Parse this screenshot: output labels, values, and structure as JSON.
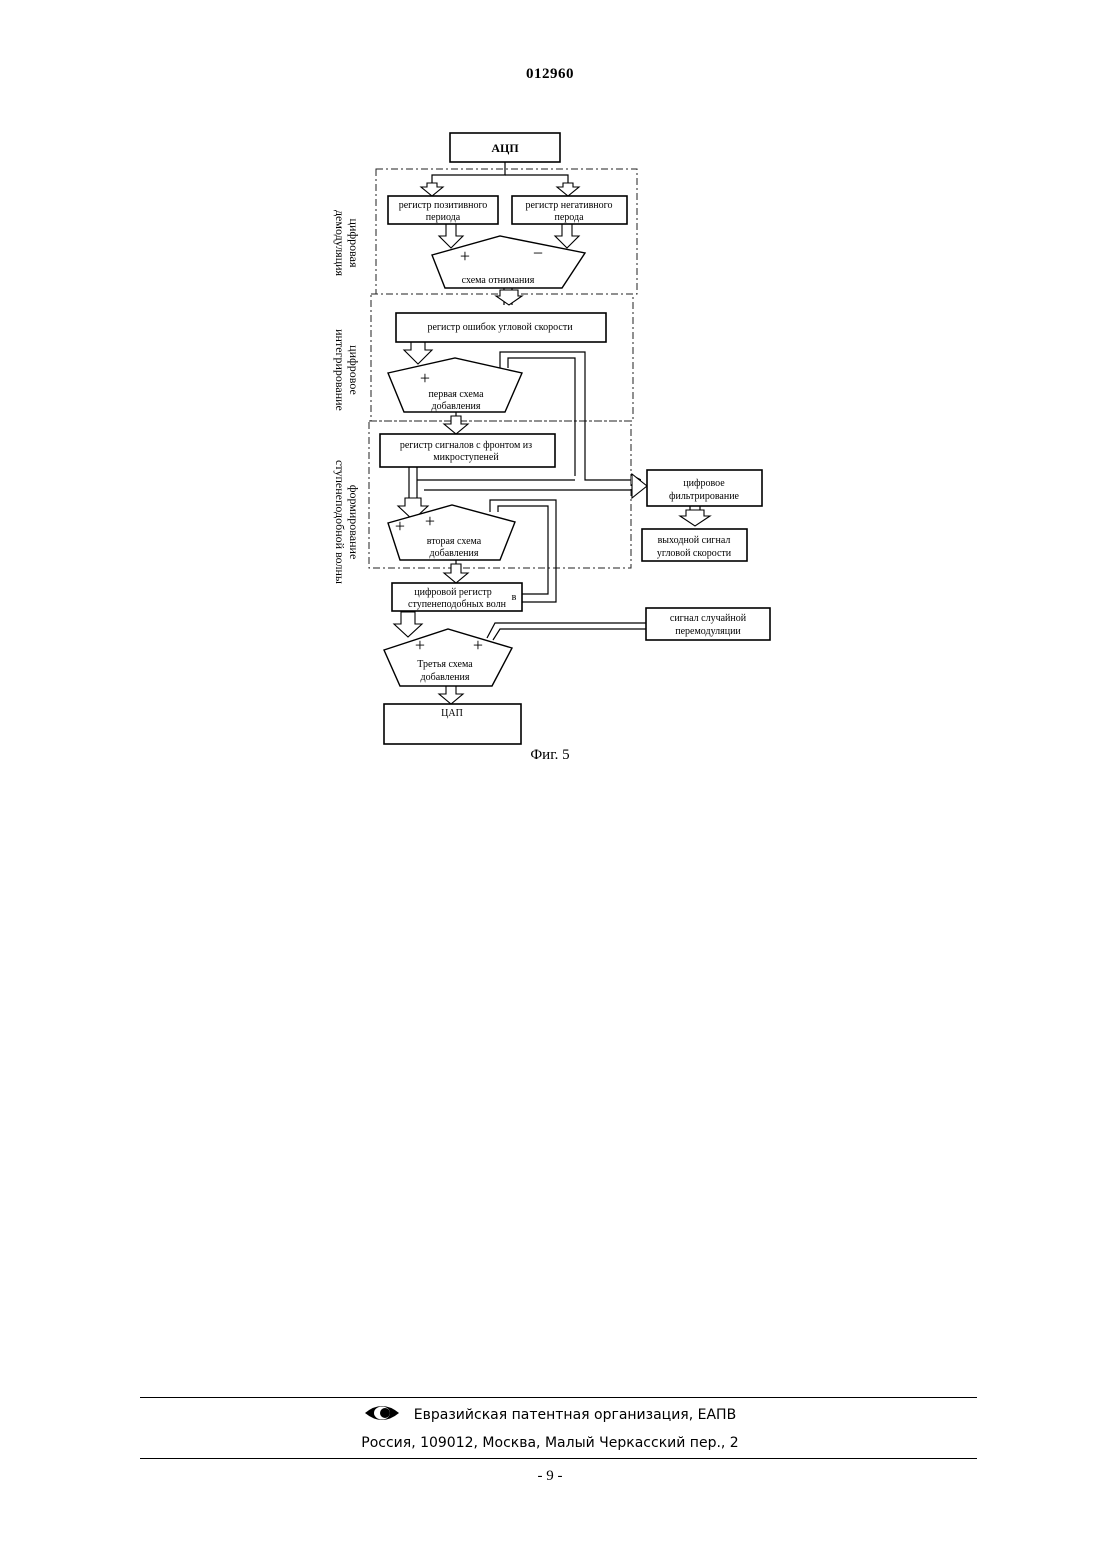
{
  "header": {
    "doc_number": "012960"
  },
  "figure": {
    "caption": "Фиг. 5",
    "blocks": {
      "adc": "АЦП",
      "pos_reg": [
        "регистр позитивного",
        "периода"
      ],
      "neg_reg": [
        "регистр негативного",
        "перода"
      ],
      "subtract": "схема отнимания",
      "err_reg": "регистр ошибок угловой скорости",
      "add1": [
        "первая схема",
        "добавления"
      ],
      "front_reg": [
        "регистр сигналов с фронтом из",
        "микроступеней"
      ],
      "add2": [
        "вторая схема",
        "добавления"
      ],
      "step_reg": [
        "цифровой регистр",
        "ступенеподобных волн"
      ],
      "step_reg_mark": "в",
      "add3": [
        "Третья схема",
        "добавления"
      ],
      "dac": "ЦАП",
      "filter": [
        "цифровое",
        "фильтрирование"
      ],
      "out_sig": [
        "выходной сигнал",
        "угловой скорости"
      ],
      "random_sig": [
        "сигнал случайной",
        "перемодуляции"
      ]
    },
    "signs": {
      "plus": "+",
      "minus": "−"
    },
    "sections": {
      "demod": [
        "цифровая",
        "демодуляция"
      ],
      "integ": [
        "цифровое",
        "интегрирование"
      ],
      "step": [
        "формирование",
        "ступенеподобной волны"
      ]
    }
  },
  "footer": {
    "org": "Евразийская патентная организация, ЕАПВ",
    "address": "Россия, 109012, Москва, Малый Черкасский пер., 2",
    "page": "- 9 -"
  }
}
